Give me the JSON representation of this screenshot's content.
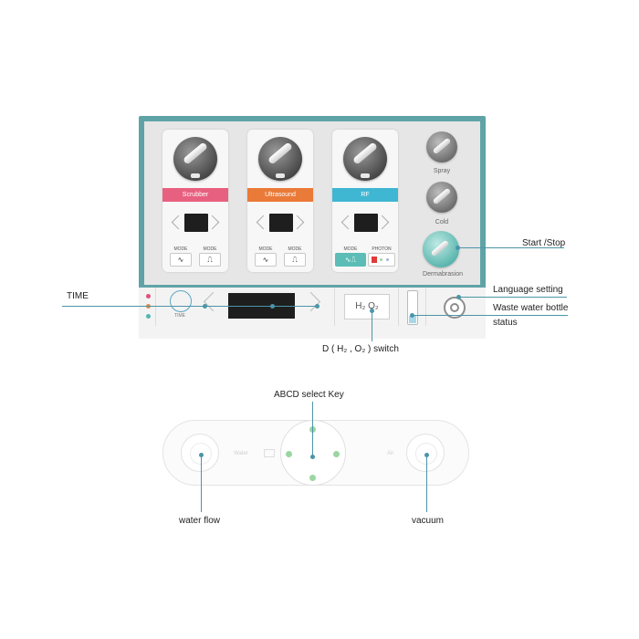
{
  "modes": [
    {
      "banner": "Scrubber",
      "color": "#e8607f",
      "mode1": "MODE",
      "mode2": "MODE",
      "icon1": "∿",
      "icon2": "⎍"
    },
    {
      "banner": "Ultrasound",
      "color": "#ea7a38",
      "mode1": "MODE",
      "mode2": "MODE",
      "icon1": "∿",
      "icon2": "⎍"
    },
    {
      "banner": "RF",
      "color": "#3fb6d2",
      "mode1": "MODE",
      "mode2": "PHOTON",
      "icon1": "∿⎍",
      "icon2": ""
    }
  ],
  "side": {
    "spray": "Spray",
    "cold": "Cold",
    "dermabrasion": "Dermabrasion"
  },
  "strip": {
    "time_label": "TIME",
    "h2o2": "H₂ O₂",
    "dots": [
      "#e0507a",
      "#e08a48",
      "#4fb7b0"
    ]
  },
  "callouts": {
    "time": "TIME",
    "start_stop": "Start /Stop",
    "language": "Language setting",
    "waste_line1": "Waste water bottle",
    "waste_line2": "status",
    "d_switch": "D ( H₂ , O₂ ) switch",
    "abcd": "ABCD select Key",
    "water_flow": "water flow",
    "vacuum": "vacuum"
  },
  "panel": {
    "water": "Water",
    "air": "Air"
  },
  "accent": "#4b95a8"
}
